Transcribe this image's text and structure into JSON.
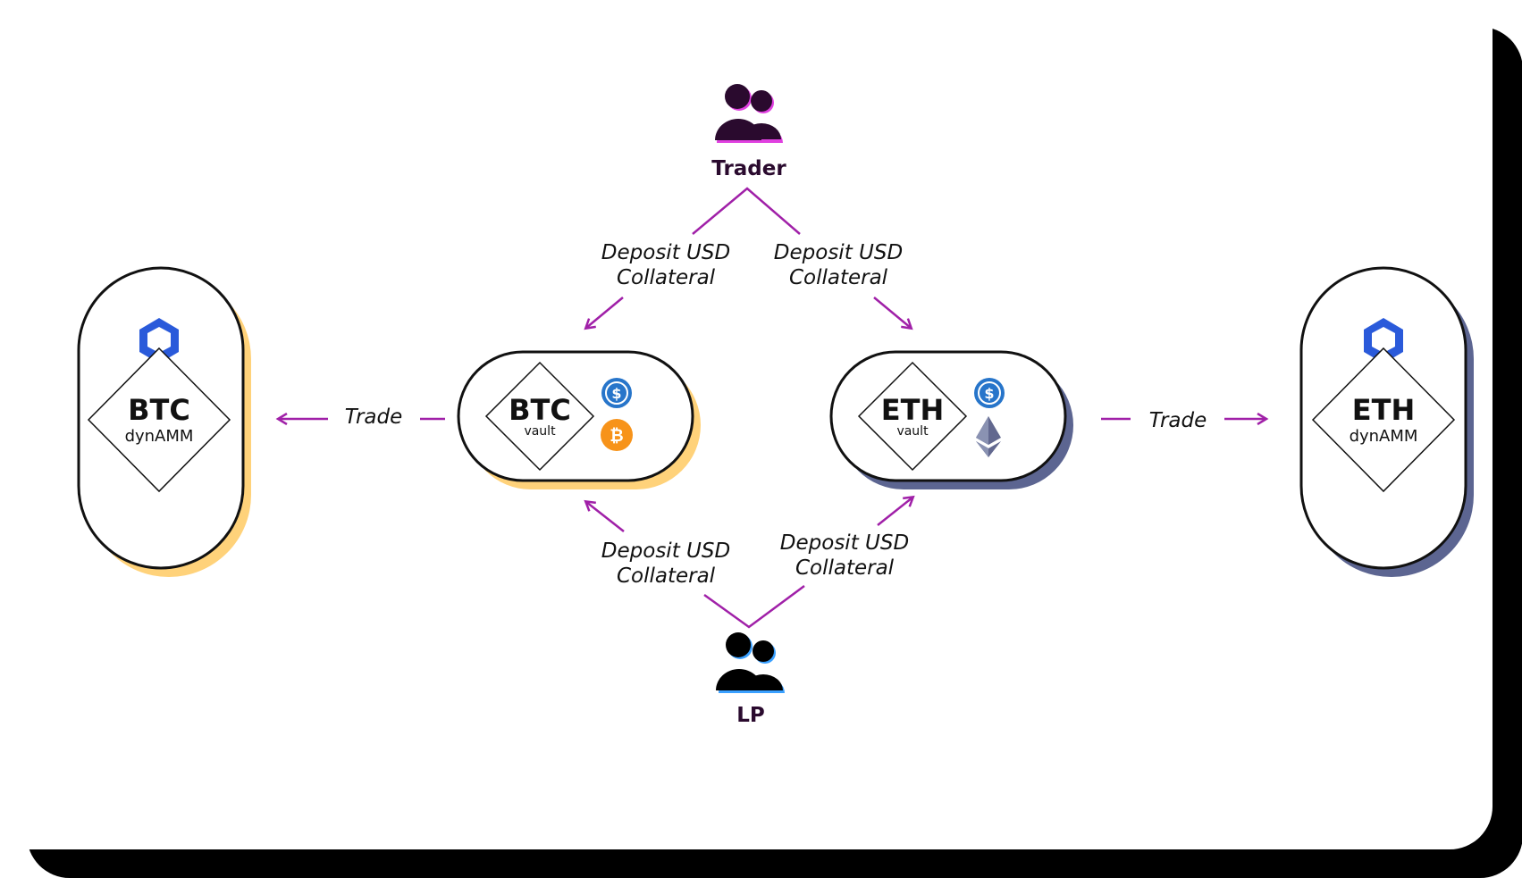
{
  "diagram": {
    "roles": {
      "trader": "Trader",
      "lp": "LP"
    },
    "edges": {
      "deposit_line1": "Deposit USD",
      "deposit_line2": "Collateral",
      "trade": "Trade"
    },
    "btc_vault": {
      "title": "BTC",
      "subtitle": "vault"
    },
    "eth_vault": {
      "title": "ETH",
      "subtitle": "vault"
    },
    "btc_amm": {
      "title": "BTC",
      "subtitle": "dynAMM"
    },
    "eth_amm": {
      "title": "ETH",
      "subtitle": "dynAMM"
    },
    "icons": [
      "chainlink-icon",
      "usdc-icon",
      "bitcoin-icon",
      "ethereum-icon",
      "users-icon"
    ],
    "colors": {
      "arrow": "#a020a8",
      "btc_shadow": "#ffd27a",
      "eth_shadow": "#5c6591",
      "trader": "#2a0a2e",
      "trader_accent": "#e040e0",
      "lp_accent": "#3aa0ff",
      "chainlink": "#2a5ada",
      "usdc": "#2775ca",
      "bitcoin": "#f7931a"
    }
  }
}
